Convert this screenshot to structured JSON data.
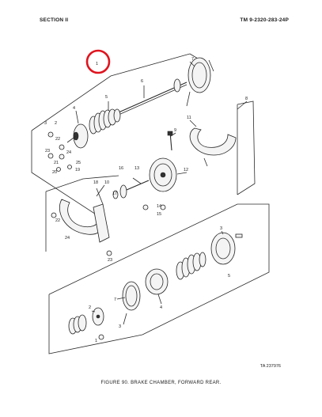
{
  "header": {
    "left": "SECTION II",
    "right": "TM 9-2320-283-24P"
  },
  "callouts": [
    "1",
    "2",
    "3",
    "4",
    "5",
    "6",
    "7",
    "8",
    "9",
    "10",
    "11",
    "12",
    "13",
    "14",
    "15",
    "16",
    "17",
    "18",
    "19",
    "20",
    "21",
    "22",
    "23",
    "24",
    "25"
  ],
  "annotation_color": "#e0141e",
  "tanum": "TA 237976",
  "caption": "FIGURE 90.  BRAKE CHAMBER, FORWARD REAR."
}
